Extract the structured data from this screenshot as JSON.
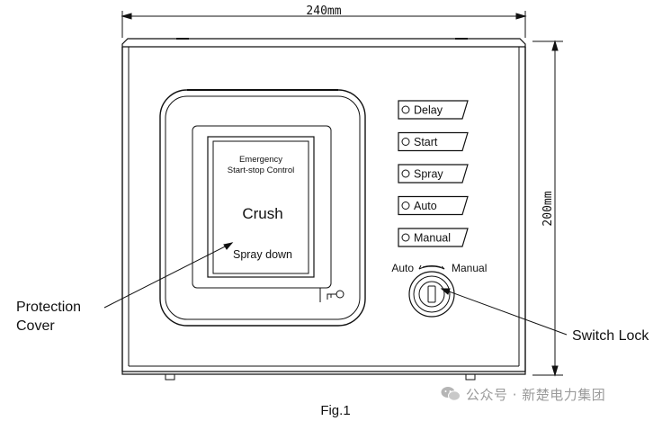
{
  "dimensions": {
    "width": "240mm",
    "height": "200mm"
  },
  "panel_window": {
    "line1": "Emergency",
    "line2": "Start-stop Control",
    "main_label": "Crush",
    "sub_label": "Spray down"
  },
  "indicators": [
    {
      "label": "Delay"
    },
    {
      "label": "Start"
    },
    {
      "label": "Spray"
    },
    {
      "label": "Auto"
    },
    {
      "label": "Manual"
    }
  ],
  "switch": {
    "left_label": "Auto",
    "right_label": "Manual"
  },
  "callouts": {
    "protection_line1": "Protection",
    "protection_line2": "Cover",
    "switch_lock": "Switch Lock"
  },
  "caption": "Fig.1",
  "watermark": "公众号 · 新楚电力集团"
}
